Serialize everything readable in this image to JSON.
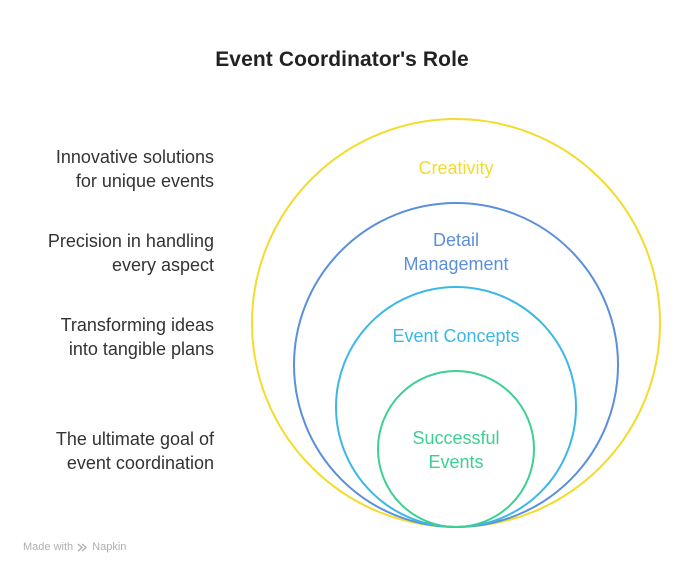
{
  "title": "Event Coordinator's Role",
  "descriptions": [
    {
      "line1": "Innovative solutions",
      "line2": "for unique events"
    },
    {
      "line1": "Precision in handling",
      "line2": "every aspect"
    },
    {
      "line1": "Transforming ideas",
      "line2": "into tangible plans"
    },
    {
      "line1": "The ultimate goal of",
      "line2": "event coordination"
    }
  ],
  "circles": [
    {
      "line1": "Creativity",
      "line2": "",
      "color": "#F2DC2E"
    },
    {
      "line1": "Detail",
      "line2": "Management",
      "color": "#5B8FDB"
    },
    {
      "line1": "Event Concepts",
      "line2": "",
      "color": "#3BB8E6"
    },
    {
      "line1": "Successful",
      "line2": "Events",
      "color": "#3ECF92"
    }
  ],
  "footer": {
    "made_with": "Made with",
    "brand": "Napkin",
    "icon": "napkin-logo-icon"
  }
}
